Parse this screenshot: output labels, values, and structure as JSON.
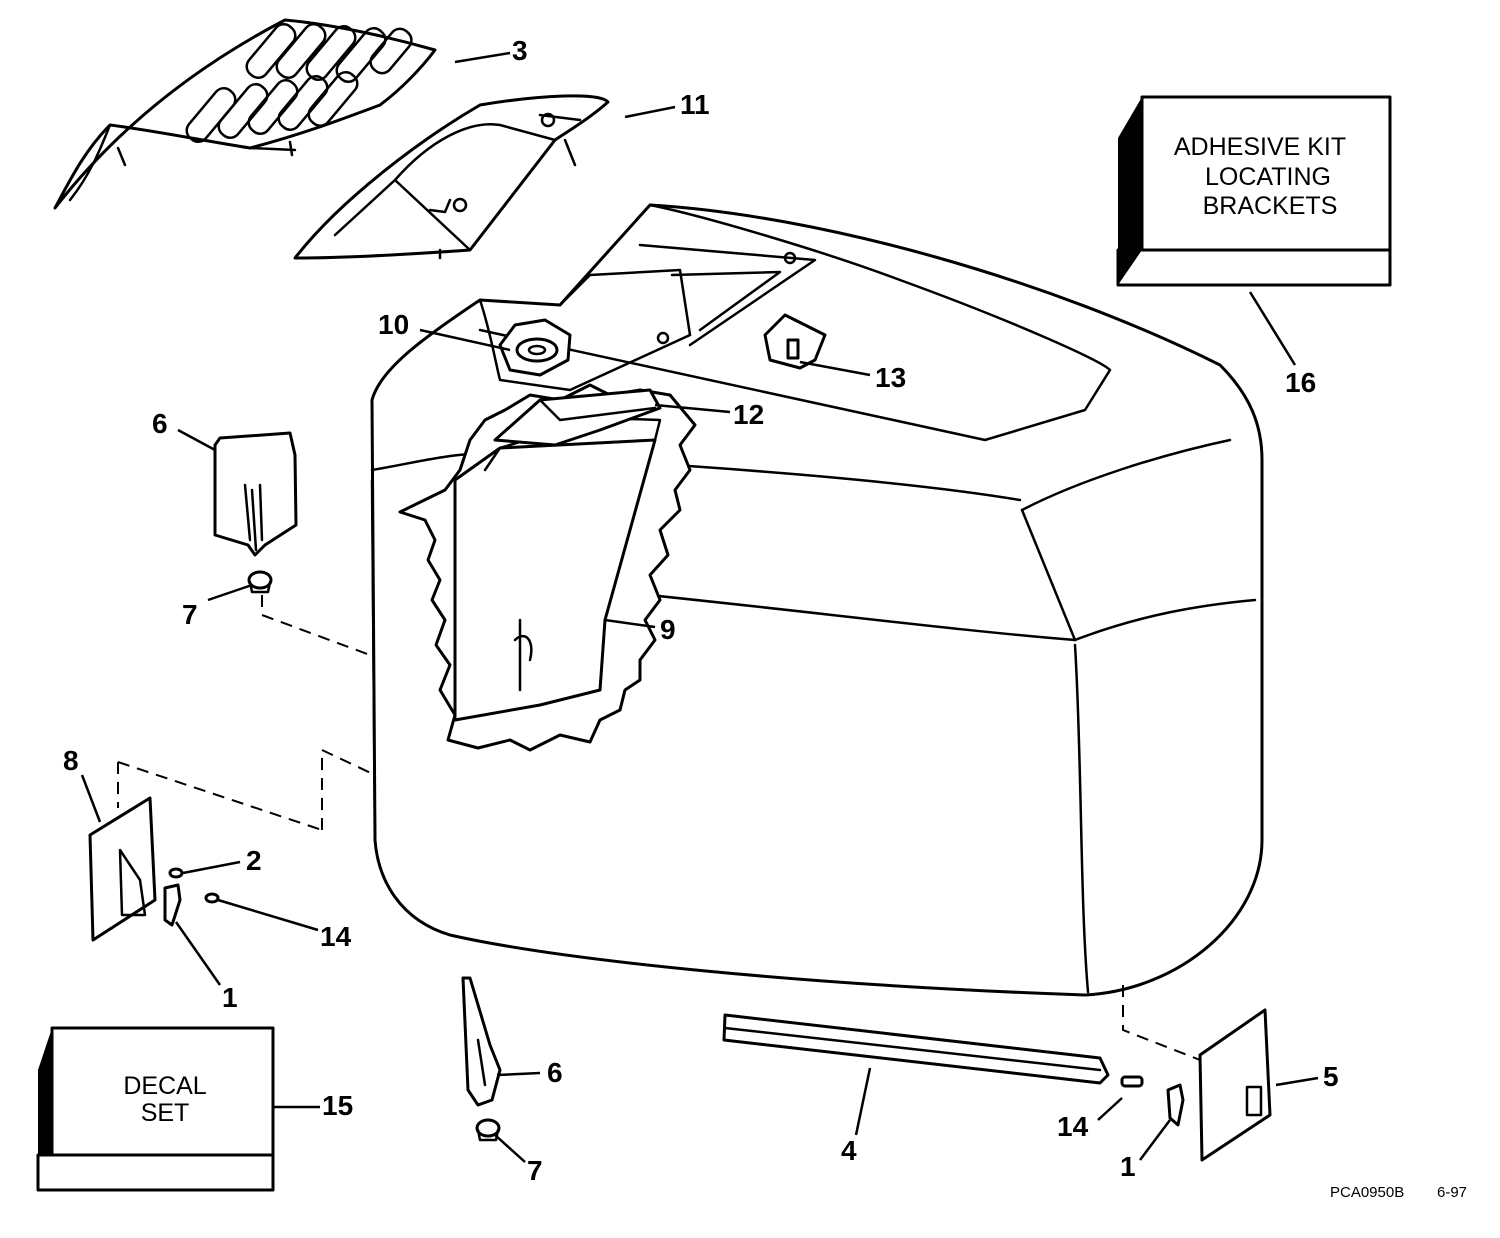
{
  "callouts": {
    "c1a": "1",
    "c1b": "1",
    "c2": "2",
    "c3": "3",
    "c4": "4",
    "c5": "5",
    "c6a": "6",
    "c6b": "6",
    "c7a": "7",
    "c7b": "7",
    "c8": "8",
    "c9": "9",
    "c10": "10",
    "c11": "11",
    "c12": "12",
    "c13": "13",
    "c14a": "14",
    "c14b": "14",
    "c15": "15",
    "c16": "16"
  },
  "boxes": {
    "adhesive": {
      "line1": "ADHESIVE KIT",
      "line2": "LOCATING",
      "line3": "BRACKETS"
    },
    "decal": {
      "line1": "DECAL",
      "line2": "SET"
    }
  },
  "footer": {
    "drawing_id": "PCA0950B",
    "date": "6-97"
  }
}
